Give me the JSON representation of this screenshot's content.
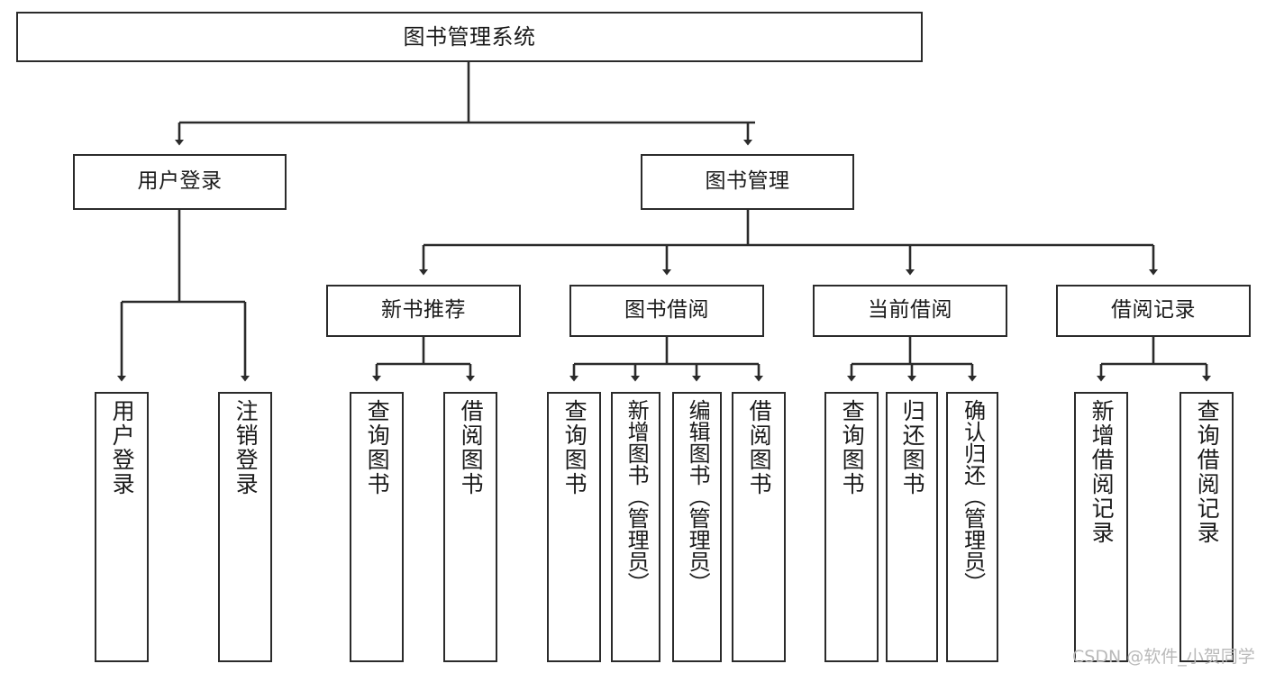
{
  "diagram": {
    "title": "图书管理系统",
    "type": "tree",
    "root": {
      "label": "图书管理系统"
    },
    "level2": [
      {
        "label": "用户登录"
      },
      {
        "label": "图书管理"
      }
    ],
    "level3": [
      {
        "label": "新书推荐"
      },
      {
        "label": "图书借阅"
      },
      {
        "label": "当前借阅"
      },
      {
        "label": "借阅记录"
      }
    ],
    "leaves": {
      "user_login": [
        {
          "label": "用户登录"
        },
        {
          "label": "注销登录"
        }
      ],
      "new_book_recommend": [
        {
          "label": "查询图书"
        },
        {
          "label": "借阅图书"
        }
      ],
      "book_borrow": [
        {
          "label": "查询图书"
        },
        {
          "label": "新增图书（管理员）"
        },
        {
          "label": "编辑图书（管理员）"
        },
        {
          "label": "借阅图书"
        }
      ],
      "current_borrow": [
        {
          "label": "查询图书"
        },
        {
          "label": "归还图书"
        },
        {
          "label": "确认归还（管理员）"
        }
      ],
      "borrow_record": [
        {
          "label": "新增借阅记录"
        },
        {
          "label": "查询借阅记录"
        }
      ]
    }
  },
  "watermark": {
    "text": "CSDN @软件_小贺同学"
  },
  "colors": {
    "stroke": "#2b2b2b",
    "fill": "#ffffff",
    "text": "#1a1a1a",
    "watermark": "#b9b9b9"
  }
}
